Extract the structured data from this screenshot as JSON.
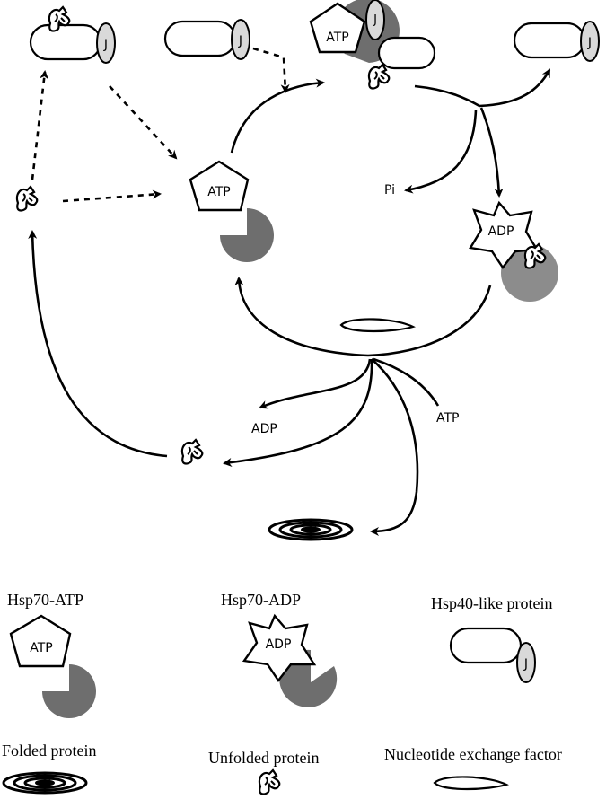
{
  "cycle": {
    "labels": {
      "atp_in_pentagon": "ATP",
      "adp_in_star": "ADP",
      "j_domain": "J",
      "pi": "Pi",
      "adp_release": "ADP",
      "atp_binding": "ATP"
    }
  },
  "legend": {
    "hsp70_atp": "Hsp70-ATP",
    "hsp70_adp": "Hsp70-ADP",
    "hsp40": "Hsp40-like protein",
    "folded": "Folded protein",
    "unfolded": "Unfolded protein",
    "nef": "Nucleotide exchange factor",
    "atp_symbol": "ATP",
    "adp_symbol": "ADP",
    "j_symbol": "J"
  },
  "colors": {
    "ink": "#000000",
    "hsp70_body": "#6e6e6e",
    "hsp70_body_light": "#8c8c8c",
    "j_fill": "#d9d9d9"
  }
}
